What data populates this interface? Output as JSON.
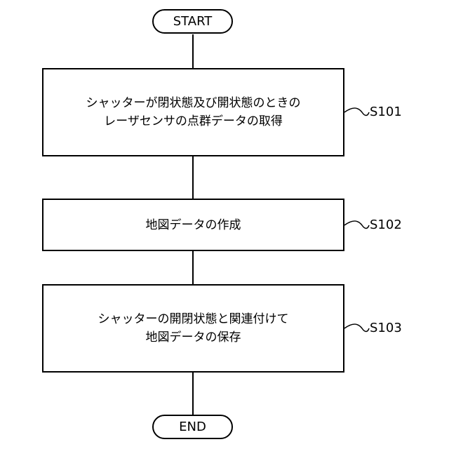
{
  "flowchart": {
    "start": "START",
    "end": "END",
    "steps": [
      {
        "id": "S101",
        "lines": [
          "シャッターが閉状態及び開状態のときの",
          "レーザセンサの点群データの取得"
        ]
      },
      {
        "id": "S102",
        "lines": [
          "地図データの作成"
        ]
      },
      {
        "id": "S103",
        "lines": [
          "シャッターの開閉状態と関連付けて",
          "地図データの保存"
        ]
      }
    ]
  }
}
